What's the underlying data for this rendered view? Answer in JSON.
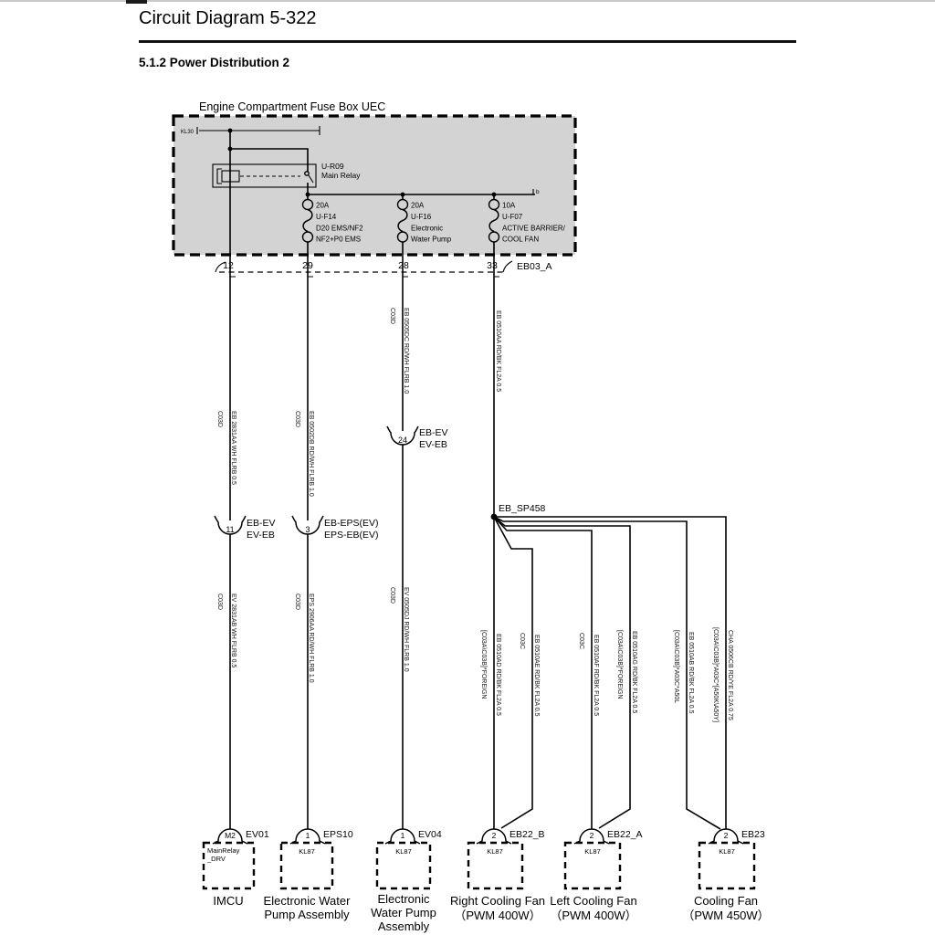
{
  "page": {
    "title": "Circuit Diagram 5-322",
    "section_heading": "5.1.2 Power Distribution 2"
  },
  "fuse_box": {
    "title": "Engine Compartment Fuse Box UEC",
    "kl30": "KL30",
    "relay_id": "U-R09",
    "relay_name": "Main Relay",
    "bus_end": "b",
    "fuses": [
      {
        "rating": "20A",
        "id": "U-F14",
        "line1": "D20 EMS/NF2",
        "line2": "NF2+P0 EMS"
      },
      {
        "rating": "20A",
        "id": "U-F16",
        "line1": "Electronic",
        "line2": "Water Pump"
      },
      {
        "rating": "10A",
        "id": "U-F07",
        "line1": "ACTIVE BARRIER/",
        "line2": "COOL FAN"
      }
    ],
    "pins": [
      "12",
      "29",
      "28",
      "33"
    ],
    "connector_label": "EB03_A"
  },
  "wires": {
    "w12_up": {
      "left": "C03D",
      "right": "EB 2831AA WH FLRB 0.5"
    },
    "w29_up": {
      "left": "C03D",
      "right": "EB 0502DB RD/WH FLRB 1.0"
    },
    "w28_up": {
      "left": "C03D",
      "right": "EB 0505DC RD/WH FLRB 1.0"
    },
    "w33_up": {
      "right": "EB 0510AA RD/BK FL2A 0.5"
    },
    "w12_dn": {
      "left": "C03D",
      "right": "EV 2831AB WH FLRB 0.5"
    },
    "w29_dn": {
      "left": "C03D",
      "right": "EPS 2906AA RD/WH FLRB 1.0"
    },
    "w28_dn": {
      "left": "C03D",
      "right": "EV 0505DJ RD/WH FLRB 1.0"
    },
    "b1": {
      "left": "[C03A\\C03B]*FOREIGN",
      "right": "EB 0510AD RD/BK FL2A 0.5"
    },
    "b2": {
      "left": "C03C",
      "right": "EB 0510AE RD/BK FL2A 0.5"
    },
    "b3": {
      "left": "C03C",
      "right": "EB 0510AF RD/BK FL2A 0.5"
    },
    "b4": {
      "left": "[C03A\\C03B]*FOREIGN",
      "right": "EB 0510AG RD/BK FL2A 0.5"
    },
    "b5": {
      "left": "[C03A\\C03B]*A03C*A50L",
      "right": "EB 0510AB RD/BK FL2A 0.5"
    },
    "b6": {
      "left": "[C03A\\C03B]*A03C*[A50K\\A50Y]",
      "right": "CHA 0506CB RD/YE FL2A 0.75"
    }
  },
  "inline_connectors": [
    {
      "pin": "11",
      "line1": "EB-EV",
      "line2": "EV-EB"
    },
    {
      "pin": "3",
      "line1": "EB-EPS(EV)",
      "line2": "EPS-EB(EV)"
    },
    {
      "pin": "24",
      "line1": "EB-EV",
      "line2": "EV-EB"
    }
  ],
  "splice": {
    "id": "EB_SP458"
  },
  "components": [
    {
      "pin": "M2",
      "connector": "EV01",
      "box_line1": "MainRelay",
      "box_line2": "_DRV",
      "name1": "IMCU"
    },
    {
      "pin": "1",
      "connector": "EPS10",
      "box_line1": "KL87",
      "name1": "Electronic Water",
      "name2": "Pump Assembly"
    },
    {
      "pin": "1",
      "connector": "EV04",
      "box_line1": "KL87",
      "name1": "Electronic",
      "name2": "Water Pump",
      "name3": "Assembly"
    },
    {
      "pin": "2",
      "connector": "EB22_B",
      "box_line1": "KL87",
      "name1": "Right Cooling Fan",
      "name2": "（PWM 400W）"
    },
    {
      "pin": "2",
      "connector": "EB22_A",
      "box_line1": "KL87",
      "name1": "Left Cooling Fan",
      "name2": "（PWM 400W）"
    },
    {
      "pin": "2",
      "connector": "EB23",
      "box_line1": "KL87",
      "name1": "Cooling Fan",
      "name2": "（PWM 450W）"
    }
  ],
  "colors": {
    "box_fill": "#d3d3d3",
    "line": "#000000"
  }
}
